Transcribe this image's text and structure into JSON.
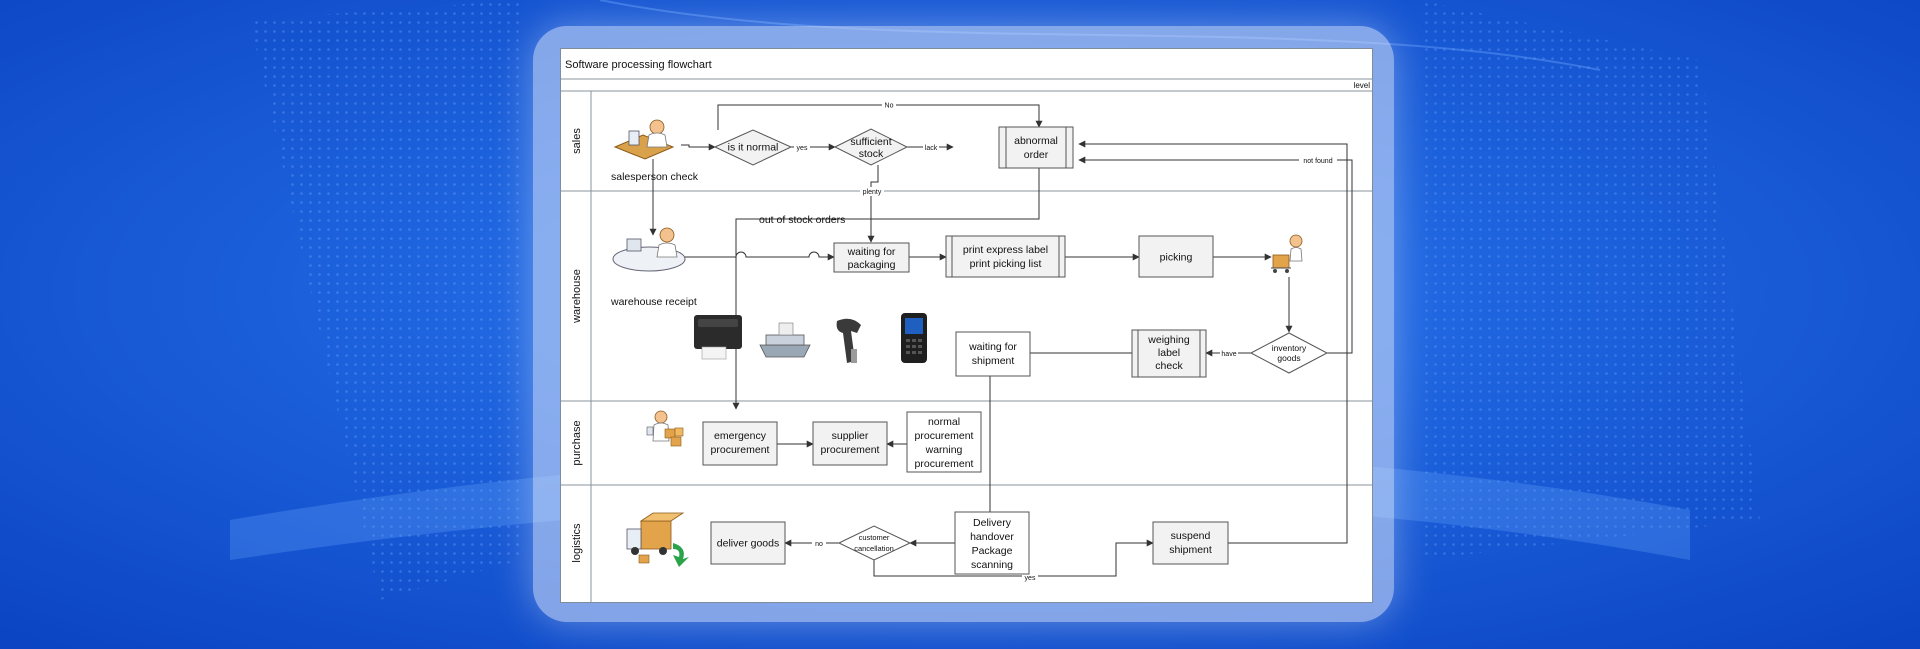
{
  "title": "Software processing flowchart",
  "level_label": "level",
  "lanes": [
    "sales",
    "warehouse",
    "purchase",
    "logistics"
  ],
  "nodes": {
    "salesperson_check": "salesperson check",
    "is_it_normal": "is it normal",
    "sufficient_stock": [
      "sufficient",
      "stock"
    ],
    "abnormal_order": [
      "abnormal",
      "order"
    ],
    "warehouse_receipt": "warehouse receipt",
    "out_of_stock_orders": "out of stock orders",
    "waiting_for_packaging": [
      "waiting for",
      "packaging"
    ],
    "print_labels": [
      "print express label",
      "print picking list"
    ],
    "picking": "picking",
    "inventory_goods": [
      "inventory",
      "goods"
    ],
    "weighing_label_check": [
      "weighing",
      "label",
      "check"
    ],
    "waiting_for_shipment": [
      "waiting for",
      "shipment"
    ],
    "emergency_procurement": [
      "emergency",
      "procurement"
    ],
    "supplier_procurement": [
      "supplier",
      "procurement"
    ],
    "normal_procurement": [
      "normal",
      "procurement",
      "warning",
      "procurement"
    ],
    "delivery_handover": [
      "Delivery",
      "handover",
      "Package",
      "scanning"
    ],
    "customer_cancellation": [
      "customer",
      "cancellation"
    ],
    "deliver_goods": "deliver goods",
    "suspend_shipment": [
      "suspend",
      "shipment"
    ]
  },
  "edge_labels": {
    "no_top": "No",
    "yes": "yes",
    "lack": "lack",
    "plenty": "plenty",
    "not_found": "not found",
    "have": "have",
    "no": "no",
    "yes_bottom": "yes"
  },
  "colors": {
    "background": "#1458d6",
    "box_fill": "#f2f2f2",
    "line": "#333333"
  }
}
